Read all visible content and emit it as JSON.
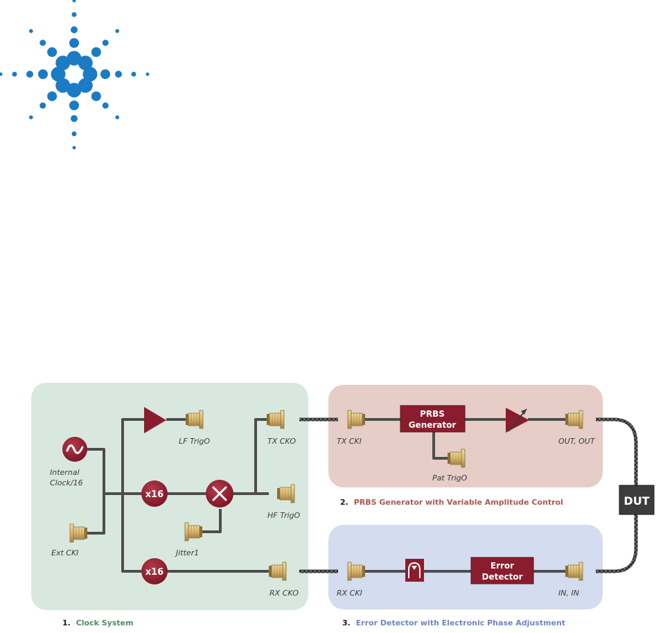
{
  "colors": {
    "logo_blue": "#1b7bc4",
    "clock_panel": "#d9e8df",
    "prbs_panel": "#e6cdc8",
    "error_panel": "#d4dcef",
    "block_red": "#8a1d2d",
    "connector_gold": "#d9b870",
    "cable": "#555555",
    "dut_box": "#3c3c3c",
    "caption_green": "#4f8a67",
    "caption_red": "#a85a4f",
    "caption_blue": "#6f86c2"
  },
  "logo": {
    "icon": "agilent-spark-logo"
  },
  "labels": {
    "internal_clock_1": "Internal",
    "internal_clock_2": "Clock/16",
    "ext_cki": "Ext CKI",
    "lf_trigo": "LF TrigO",
    "tx_cko": "TX CKO",
    "hf_trigo": "HF TrigO",
    "jitter": "Jitter1",
    "rx_cko": "RX CKO",
    "tx_cki": "TX CKI",
    "pat_trigo": "Pat TrigO",
    "out": "OUT, OUT",
    "rx_cki": "RX CKI",
    "in": "IN, IN",
    "x16_top": "x16",
    "x16_bottom": "x16",
    "prbs_1": "PRBS",
    "prbs_2": "Generator",
    "error_1": "Error",
    "error_2": "Detector",
    "dut": "DUT"
  },
  "captions": {
    "clock": {
      "num": "1.",
      "text": "Clock System"
    },
    "prbs": {
      "num": "2.",
      "text": "PRBS Generator with Variable Amplitude Control"
    },
    "error": {
      "num": "3.",
      "text": "Error Detector with Electronic Phase Adjustment"
    }
  }
}
